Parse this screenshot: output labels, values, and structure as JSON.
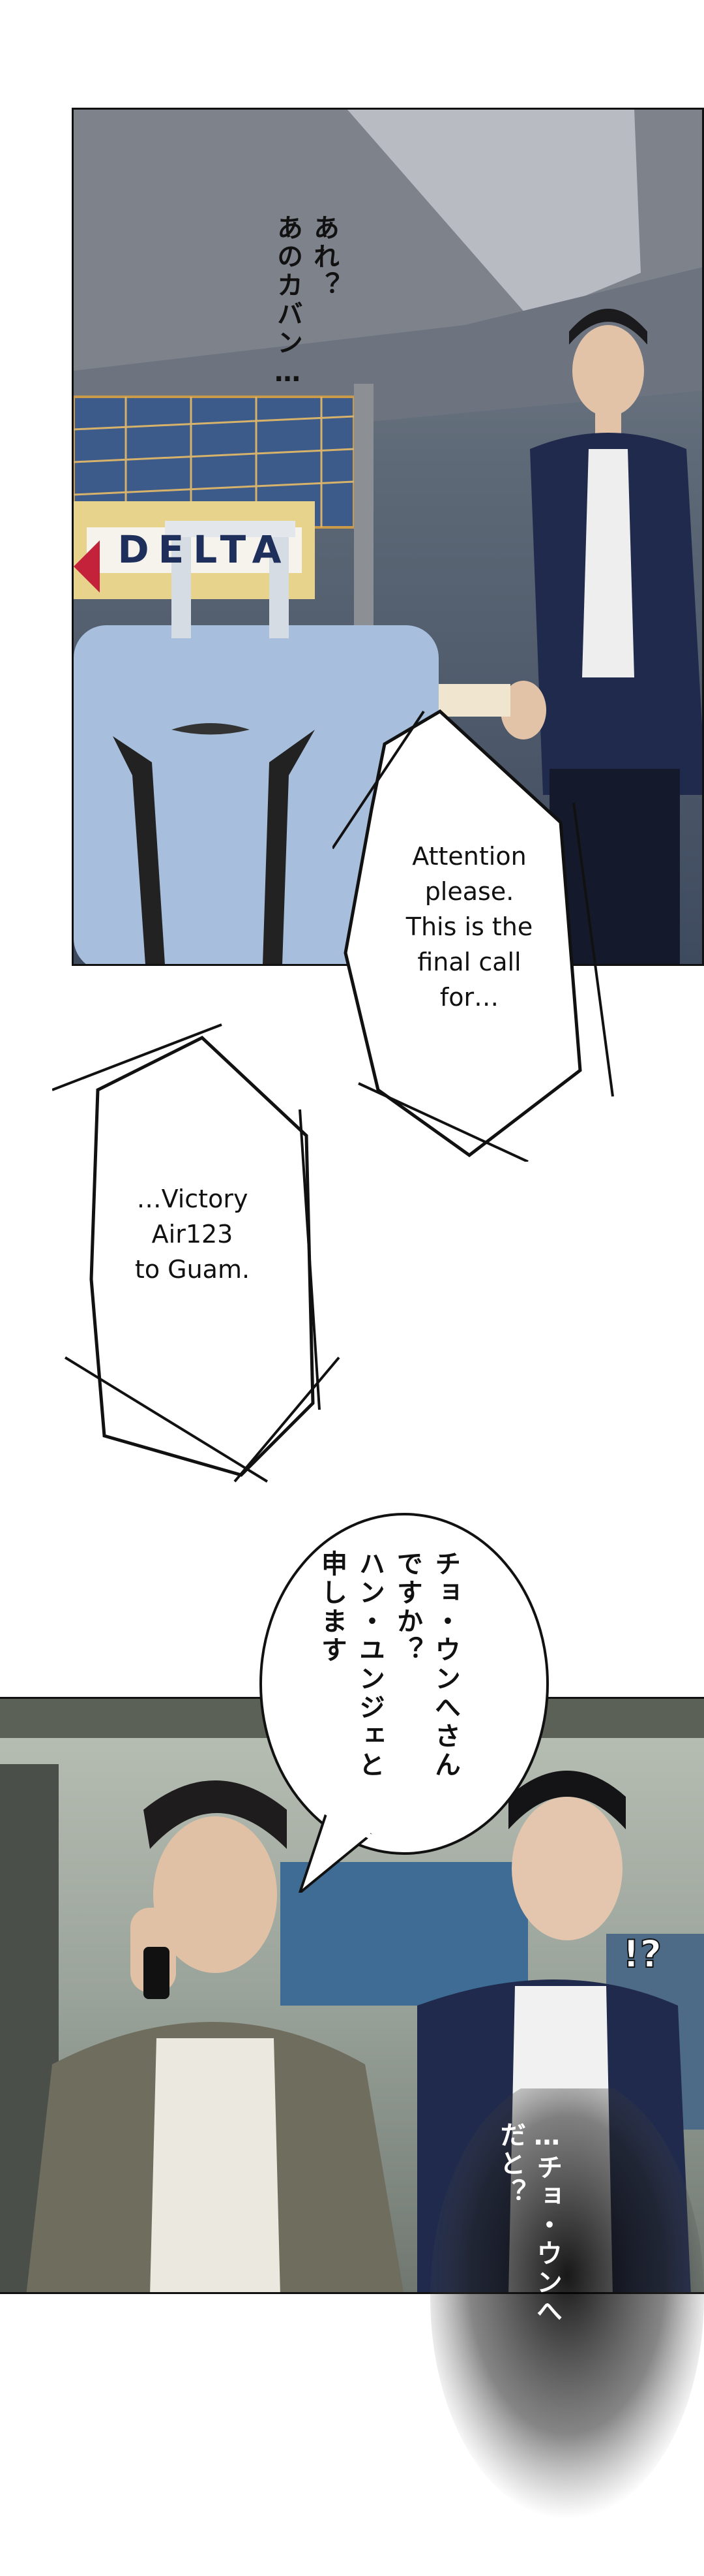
{
  "panel1": {
    "thought": "あれ？\nあのカバン…",
    "sign_brand": "DELTA",
    "narration": "Attention\nplease.\nThis is the\nfinal call\nfor…"
  },
  "narration2": "…Victory\nAir123\nto Guam.",
  "panel2": {
    "speech": "チョ・ウンへさん\nですか？\nハン・ユンジェと\n申します",
    "sfx": "!?",
    "whisper": "…チョ・ウンへ\nだと？"
  }
}
